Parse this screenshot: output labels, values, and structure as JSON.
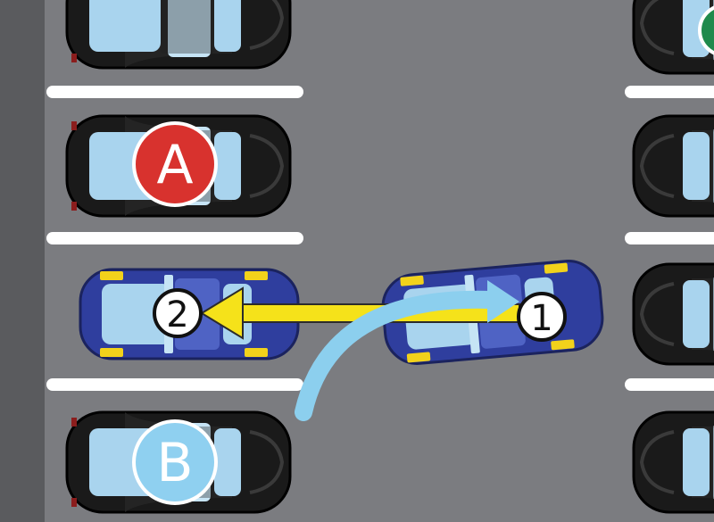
{
  "colors": {
    "asphalt": "#7b7c80",
    "curb": "#5a5b5e",
    "line": "#ffffff",
    "parked_car": "#1a1a1a",
    "glass": "#a9d4ee",
    "blue_car": "#2f3e9e",
    "blue_car_light": "#4f63c4",
    "headlight": "#f2d21b",
    "badge_a": "#d8322e",
    "badge_b": "#8fd0f0",
    "badge_green": "#1f8a4c",
    "arrow_yellow": "#f5e21a",
    "arrow_blue": "#8ccfee"
  },
  "badges": {
    "a": "A",
    "b": "B"
  },
  "steps": {
    "one": "1",
    "two": "2"
  }
}
